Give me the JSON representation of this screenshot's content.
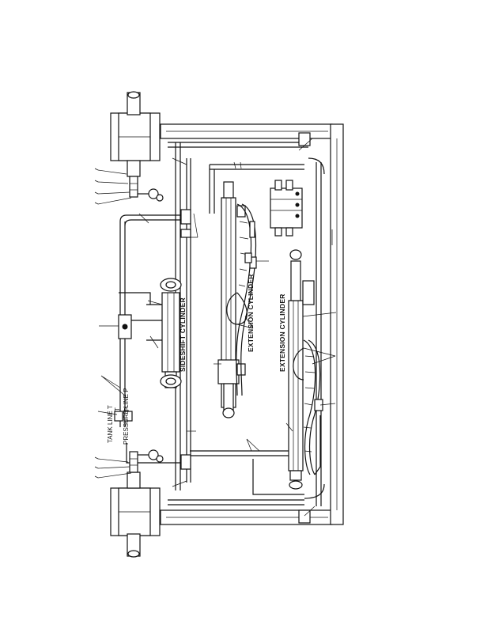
{
  "labels": {
    "sideshift_cylinder": "SIDESHIFT CYLINDER",
    "extension_cylinder_upper": "EXTENSION CYLINDER",
    "extension_cylinder_lower": "EXTENSION CYLINDER",
    "tank_line": "TANK LINE T",
    "pressure_line": "PRESSURE LINE P",
    "port_t": "T",
    "port_p": "P"
  }
}
